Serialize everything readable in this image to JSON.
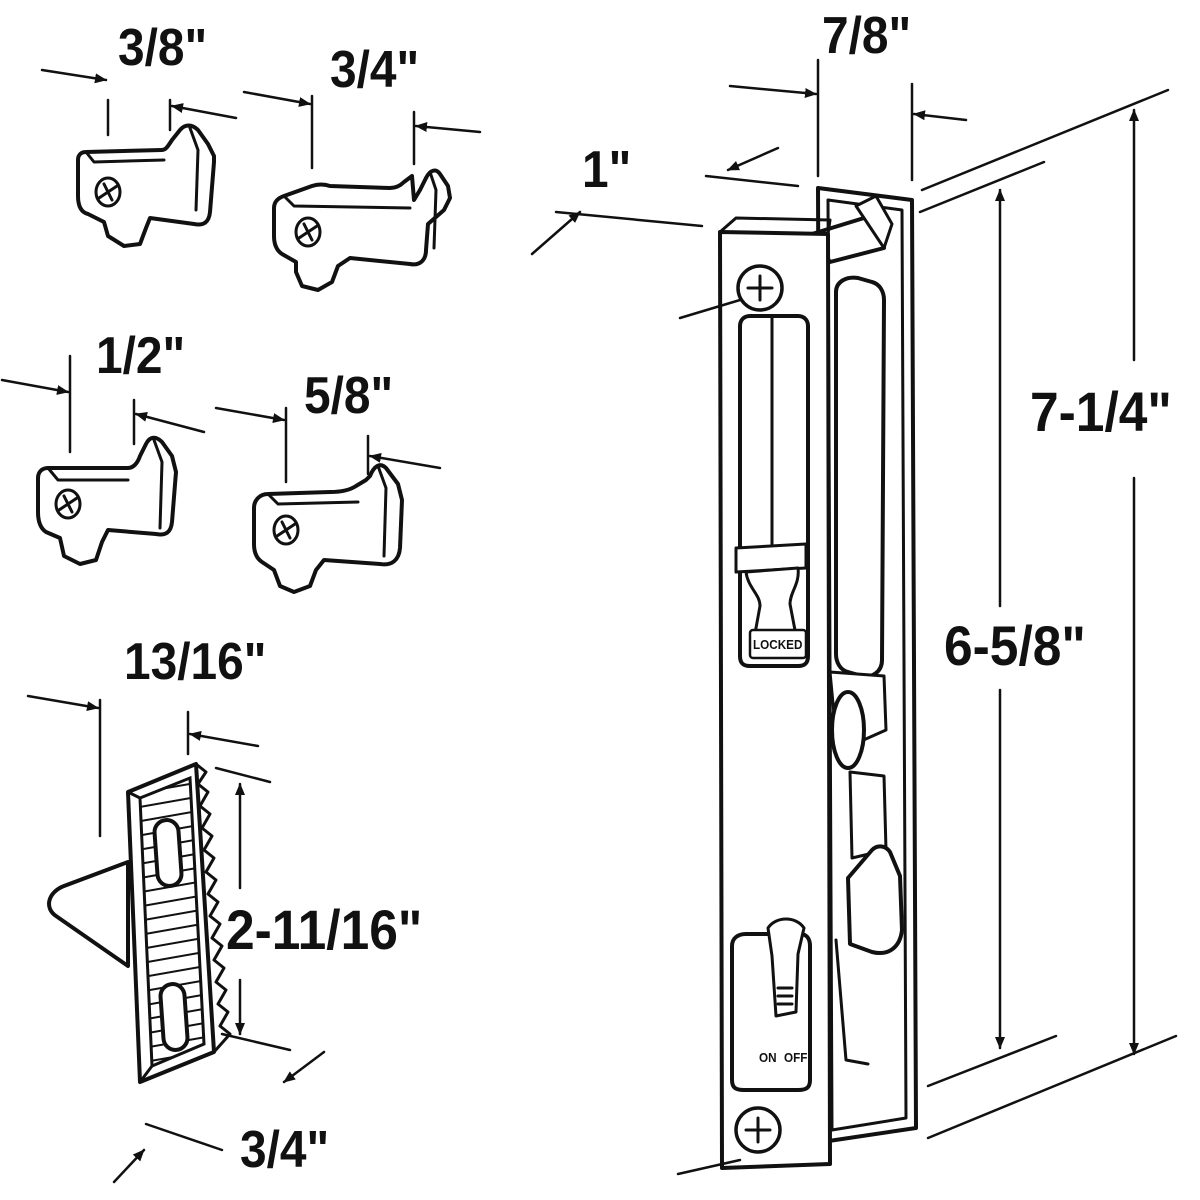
{
  "dimensions": {
    "keeper_a_width": "3/8\"",
    "keeper_b_width": "3/4\"",
    "keeper_c_width": "1/2\"",
    "keeper_d_width": "5/8\"",
    "strike_width": "13/16\"",
    "strike_height": "2-11/16\"",
    "strike_depth": "3/4\"",
    "latch_faceplate_width": "1\"",
    "latch_body_width": "7/8\"",
    "latch_overall_height": "7-1/4\"",
    "latch_hole_spacing": "6-5/8\""
  },
  "latch_markings": {
    "locked_label": "LOCKED",
    "on_label": "ON",
    "off_label": "OFF"
  },
  "colors": {
    "line": "#111111",
    "background": "#ffffff"
  }
}
